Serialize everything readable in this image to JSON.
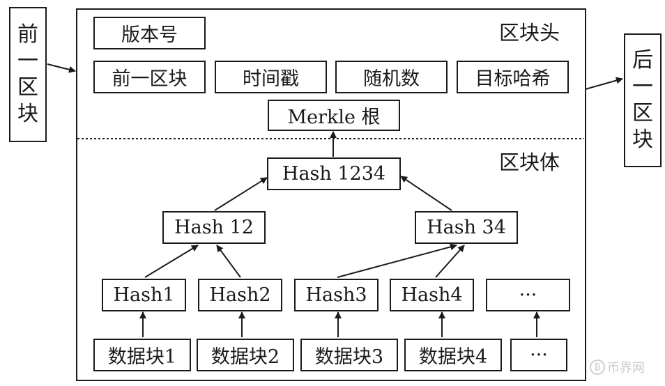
{
  "prev_block": {
    "chars": [
      "前",
      "一",
      "区",
      "块"
    ]
  },
  "next_block": {
    "chars": [
      "后",
      "一",
      "区",
      "块"
    ]
  },
  "header": {
    "title": "区块头",
    "version": "版本号",
    "prev_block_field": "前一区块",
    "timestamp": "时间戳",
    "nonce": "随机数",
    "target_hash": "目标哈希",
    "merkle_root": "Merkle 根"
  },
  "body": {
    "title": "区块体",
    "hash_root": "Hash 1234",
    "hash_12": "Hash 12",
    "hash_34": "Hash 34",
    "leaf_hashes": [
      "Hash1",
      "Hash2",
      "Hash3",
      "Hash4",
      "···"
    ],
    "data_blocks": [
      "数据块1",
      "数据块2",
      "数据块3",
      "数据块4",
      "···"
    ]
  },
  "watermark": {
    "symbol": "₿",
    "text": "币界网"
  }
}
